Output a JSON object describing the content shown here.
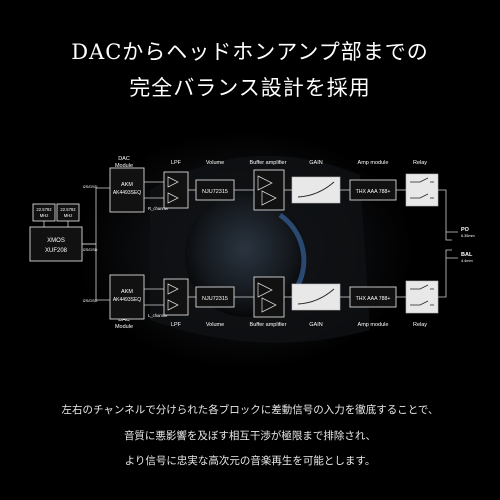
{
  "headline": {
    "line1": "DACからヘッドホンアンプ部までの",
    "line2": "完全バランス設計を採用"
  },
  "diagram": {
    "clocks": [
      {
        "freq": "22.5792",
        "unit": "MHz"
      },
      {
        "freq": "22.5792",
        "unit": "MHz"
      }
    ],
    "xmos": {
      "line1": "XMOS",
      "line2": "XUF208"
    },
    "mid_bus": "I2S/DSD",
    "top": {
      "bus": "I2S/DSD",
      "dac_line1": "DAC",
      "dac_line2": "Module",
      "dac_brand": "AKM",
      "dac_chip": "AK4493SEQ",
      "channel": "R_channel",
      "lpf": "LPF",
      "volume": "Volume",
      "volume_chip": "NJU72315",
      "buffer": "Buffer amplifier",
      "gain": "GAIN",
      "amp": "Amp module",
      "amp_chip": "THX AAA 788+",
      "relay": "Relay"
    },
    "bottom": {
      "bus": "I2S/DSD",
      "dac_line1": "DAC",
      "dac_line2": "Module",
      "dac_brand": "AKM",
      "dac_chip": "AK4493SEQ",
      "channel": "L_channel",
      "lpf": "LPF",
      "volume": "Volume",
      "volume_chip": "NJU72315",
      "buffer": "Buffer amplifier",
      "gain": "GAIN",
      "amp": "Amp module",
      "amp_chip": "THX AAA 788+",
      "relay": "Relay"
    },
    "outputs": [
      {
        "name": "PO",
        "size": "6.35mm"
      },
      {
        "name": "BAL",
        "size": "4.4mm"
      }
    ]
  },
  "description": {
    "line1": "左右のチャンネルで分けられた各ブロックに差動信号の入力を徹底することで、",
    "line2": "音質に悪影響を及ぼす相互干渉が極限まで排除され、",
    "line3": "より信号に忠実な高次元の音楽再生を可能とします。"
  }
}
